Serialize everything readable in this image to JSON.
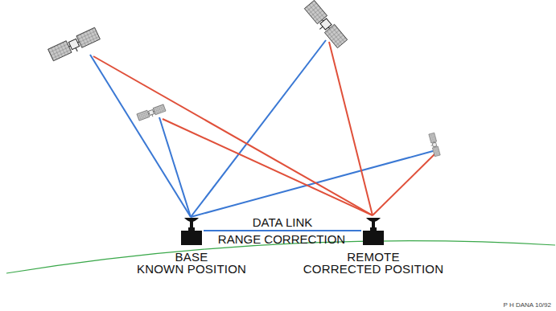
{
  "diagram": {
    "nodes": [
      {
        "text": [
          "BASE",
          "KNOWN POSITION"
        ]
      },
      {
        "text": [
          "REMOTE",
          "CORRECTED POSITION"
        ]
      }
    ],
    "edges": [
      {
        "from": 0,
        "to": 1,
        "arrow": "none",
        "label": "DATA LINK"
      }
    ],
    "labels": [
      "RANGE CORRECTION",
      "P H DANA 10/92"
    ]
  }
}
